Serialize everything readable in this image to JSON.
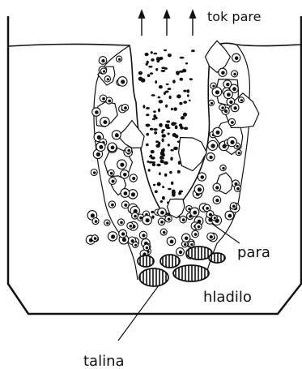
{
  "diagram": {
    "labels": {
      "steam_flow": "tok pare",
      "steam": "para",
      "coolant": "hladilo",
      "melt": "talina"
    },
    "arrow_count": 3,
    "colors": {
      "ink": "#111111",
      "background": "#ffffff"
    }
  }
}
